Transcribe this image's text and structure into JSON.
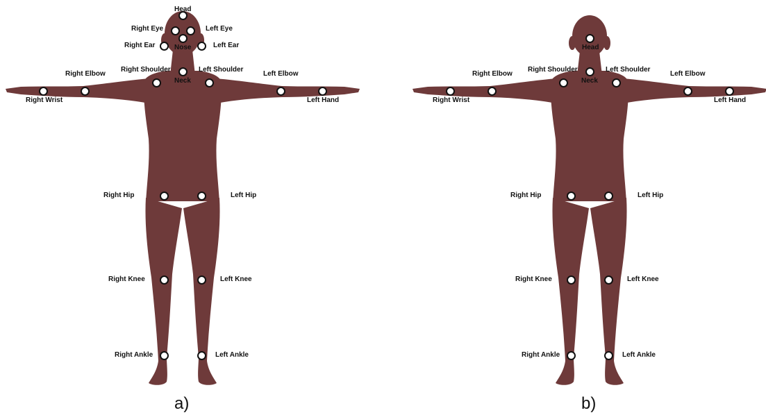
{
  "colors": {
    "skin": "#6e3a3a",
    "skin_shadow": "#5a2d2e",
    "keypoint_fill": "#ffffff",
    "keypoint_stroke": "#111111",
    "text": "#111111"
  },
  "panels": [
    {
      "caption": "a)",
      "keypoints": [
        {
          "id": "head",
          "label": "Head"
        },
        {
          "id": "right-eye",
          "label": "Right Eye"
        },
        {
          "id": "left-eye",
          "label": "Left Eye"
        },
        {
          "id": "nose",
          "label": "Nose"
        },
        {
          "id": "right-ear",
          "label": "Right Ear"
        },
        {
          "id": "left-ear",
          "label": "Left Ear"
        },
        {
          "id": "neck",
          "label": "Neck"
        },
        {
          "id": "right-shoulder",
          "label": "Right Shoulder"
        },
        {
          "id": "left-shoulder",
          "label": "Left Shoulder"
        },
        {
          "id": "right-elbow",
          "label": "Right Elbow"
        },
        {
          "id": "left-elbow",
          "label": "Left Elbow"
        },
        {
          "id": "right-wrist",
          "label": "Right Wrist"
        },
        {
          "id": "left-hand",
          "label": "Left Hand"
        },
        {
          "id": "right-hip",
          "label": "Right Hip"
        },
        {
          "id": "left-hip",
          "label": "Left Hip"
        },
        {
          "id": "right-knee",
          "label": "Right Knee"
        },
        {
          "id": "left-knee",
          "label": "Left Knee"
        },
        {
          "id": "right-ankle",
          "label": "Right Ankle"
        },
        {
          "id": "left-ankle",
          "label": "Left Ankle"
        }
      ]
    },
    {
      "caption": "b)",
      "keypoints": [
        {
          "id": "head",
          "label": "Head"
        },
        {
          "id": "neck",
          "label": "Neck"
        },
        {
          "id": "right-shoulder",
          "label": "Right Shoulder"
        },
        {
          "id": "left-shoulder",
          "label": "Left Shoulder"
        },
        {
          "id": "right-elbow",
          "label": "Right Elbow"
        },
        {
          "id": "left-elbow",
          "label": "Left Elbow"
        },
        {
          "id": "right-wrist",
          "label": "Right Wrist"
        },
        {
          "id": "left-hand",
          "label": "Left Hand"
        },
        {
          "id": "right-hip",
          "label": "Right Hip"
        },
        {
          "id": "left-hip",
          "label": "Left Hip"
        },
        {
          "id": "right-knee",
          "label": "Right Knee"
        },
        {
          "id": "left-knee",
          "label": "Left Knee"
        },
        {
          "id": "right-ankle",
          "label": "Right Ankle"
        },
        {
          "id": "left-ankle",
          "label": "Left Ankle"
        }
      ]
    }
  ]
}
